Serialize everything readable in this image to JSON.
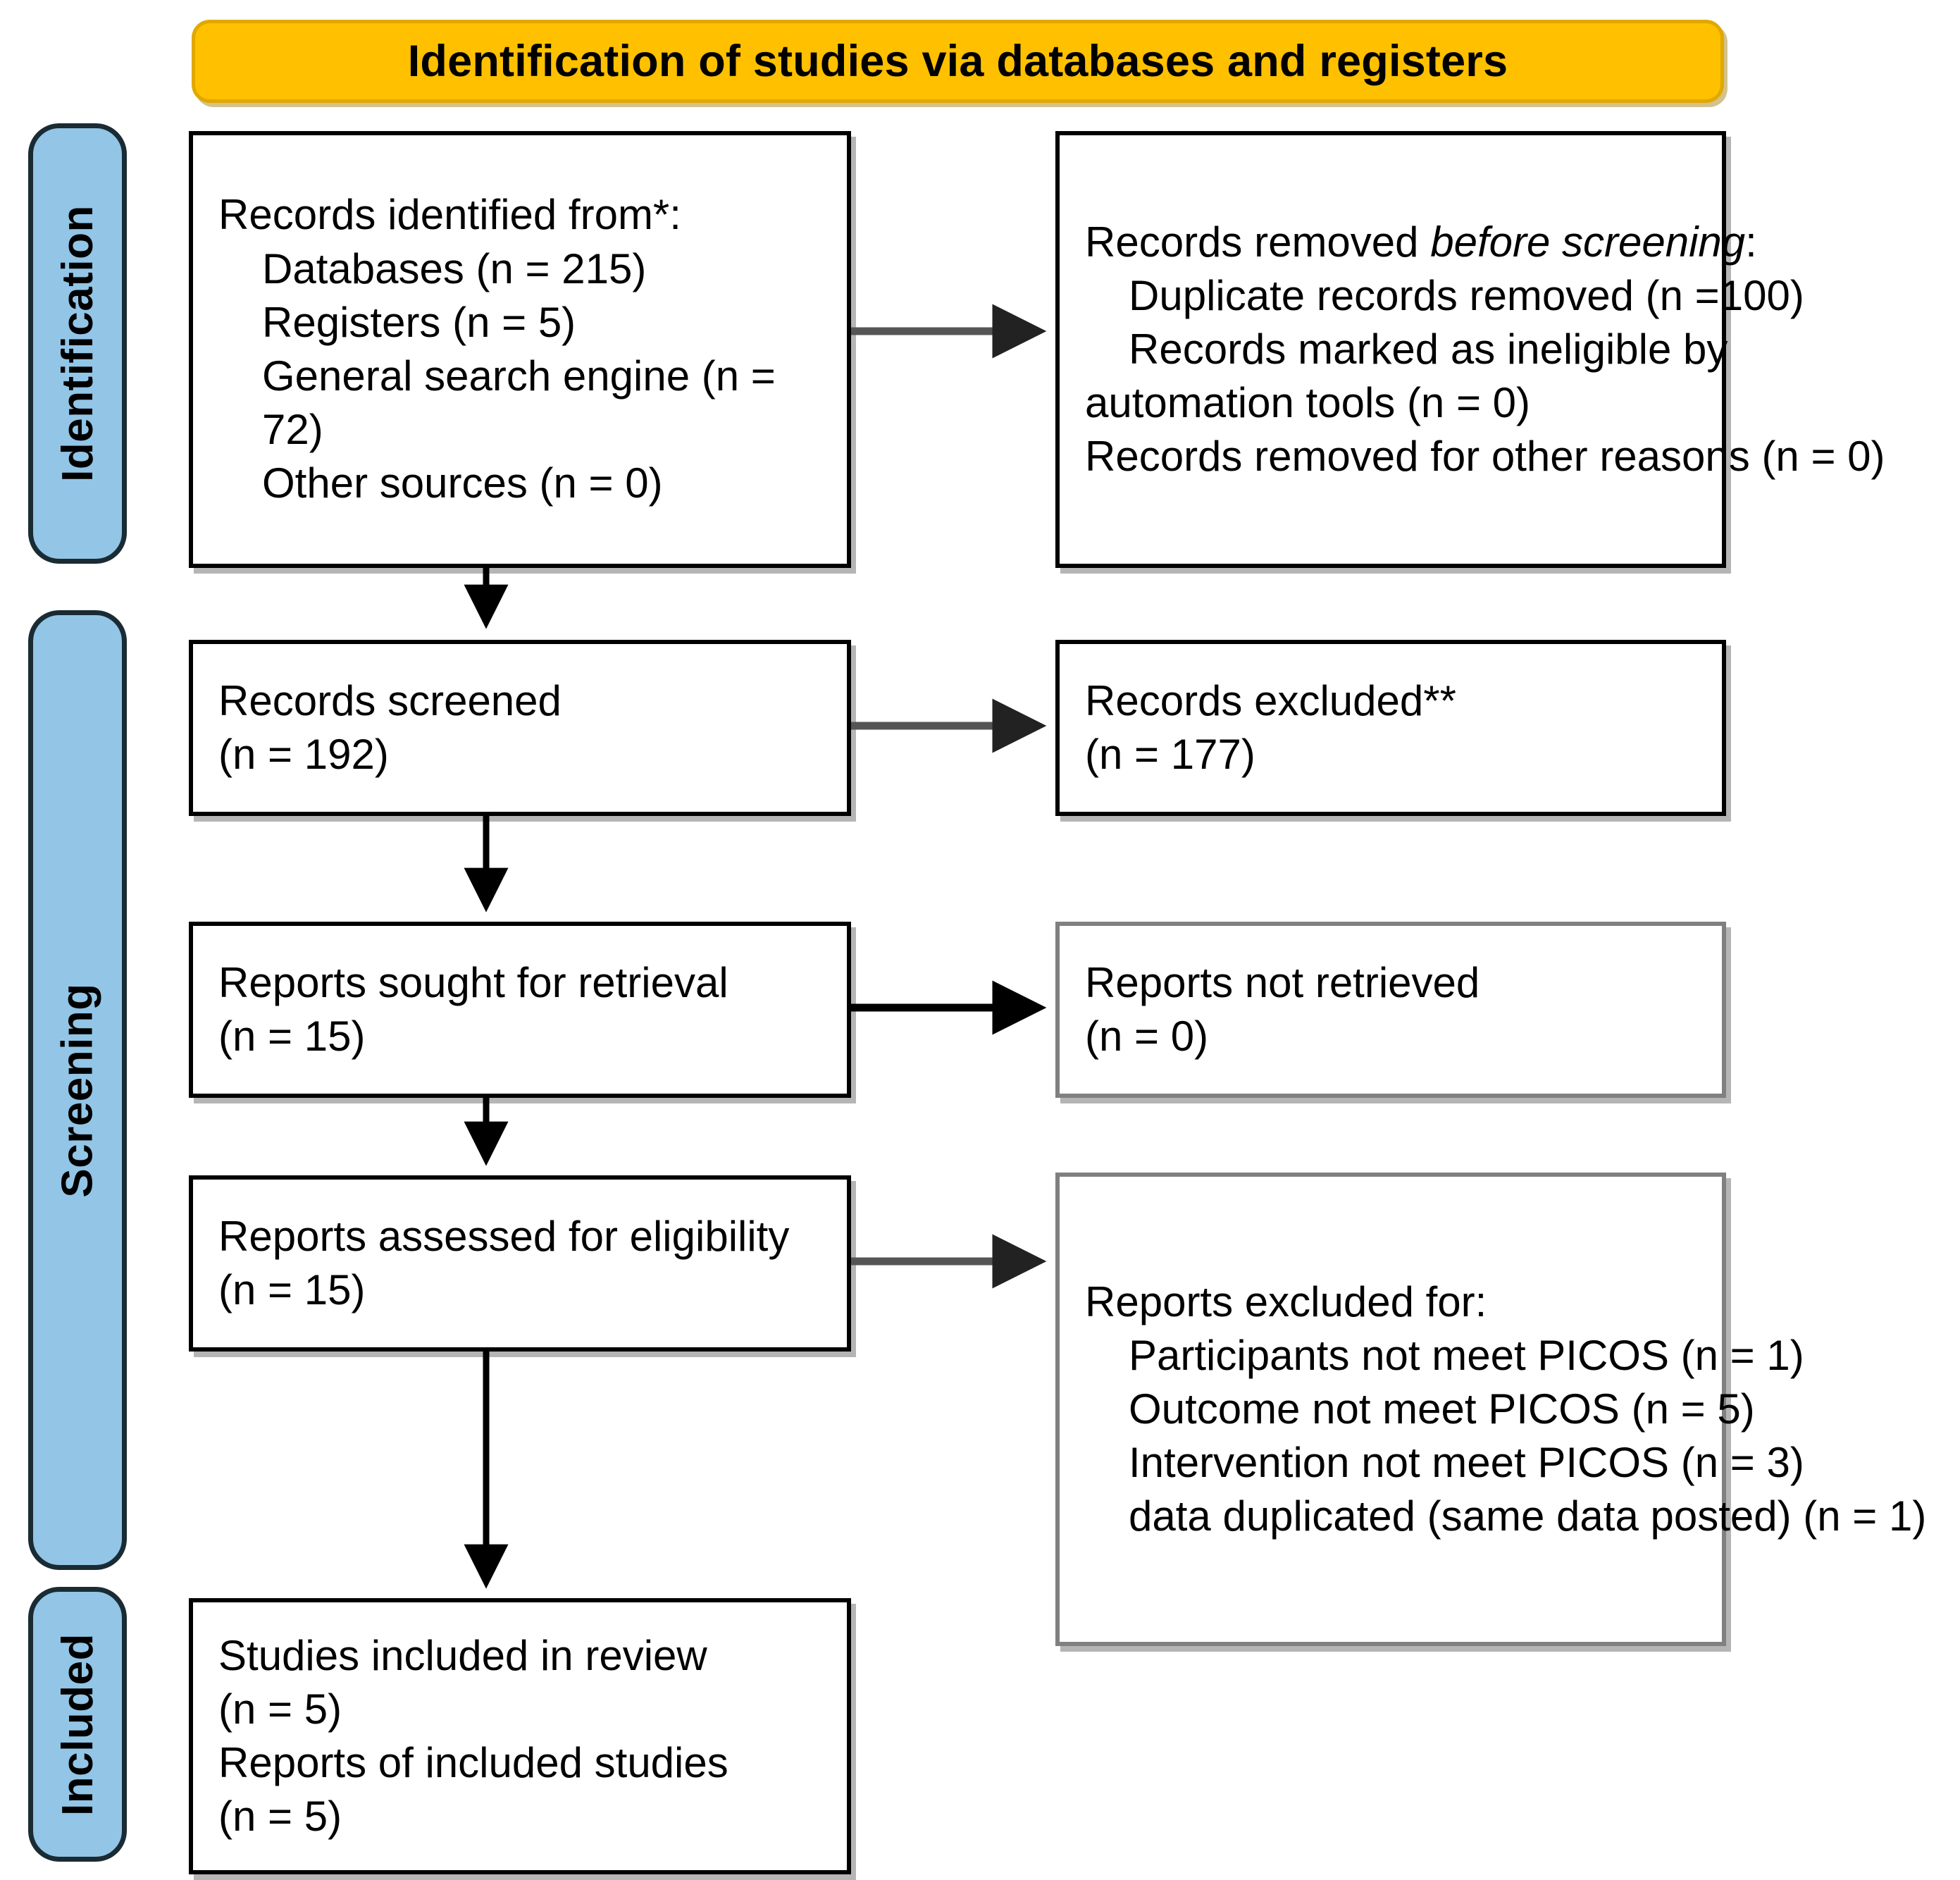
{
  "diagram": {
    "title": "PRISMA 2020 flow diagram",
    "colors": {
      "header_fill": "#FFC000",
      "phase_fill": "#92C5E6",
      "box_border": "#000000",
      "box_border_light": "#808080",
      "text": "#000000"
    }
  },
  "section_header": {
    "title": "Identification of studies via databases and registers"
  },
  "phases": [
    {
      "label": "Identification"
    },
    {
      "label": "Screening"
    },
    {
      "label": "Included"
    }
  ],
  "boxes": {
    "identified": {
      "lines": [
        {
          "text": "Records identified from*:",
          "indent": false,
          "italic": false
        },
        {
          "text": "Databases (n = 215)",
          "indent": true,
          "italic": false
        },
        {
          "text": "Registers (n = 5)",
          "indent": true,
          "italic": false
        },
        {
          "text": "General search engine (n =",
          "indent": true,
          "italic": false
        },
        {
          "text": "72)",
          "indent": true,
          "italic": false
        },
        {
          "text": "Other sources (n = 0)",
          "indent": true,
          "italic": false
        }
      ]
    },
    "removed_before_screening": {
      "lead_prefix": "Records removed ",
      "lead_italic": "before screening",
      "lead_suffix": ":",
      "lines": [
        {
          "text": "Duplicate records removed    (n =100)",
          "indent": true
        },
        {
          "text": "Records marked as ineligible by",
          "indent": true
        },
        {
          "text": "automation tools (n = 0)",
          "indent": false
        },
        {
          "text": "Records removed for other reasons (n = 0)",
          "indent": true
        }
      ]
    },
    "records_screened": {
      "lines": [
        {
          "text": "Records screened",
          "indent": false
        },
        {
          "text": "(n = 192)",
          "indent": false
        }
      ]
    },
    "records_excluded": {
      "lines": [
        {
          "text": "Records excluded**",
          "indent": false
        },
        {
          "text": "(n = 177)",
          "indent": false
        }
      ]
    },
    "reports_sought": {
      "lines": [
        {
          "text": "Reports sought for retrieval",
          "indent": false
        },
        {
          "text": "(n = 15)",
          "indent": false
        }
      ]
    },
    "reports_not_retrieved": {
      "lines": [
        {
          "text": "Reports not retrieved",
          "indent": false
        },
        {
          "text": "(n = 0)",
          "indent": false
        }
      ]
    },
    "reports_assessed": {
      "lines": [
        {
          "text": "Reports assessed for eligibility",
          "indent": false
        },
        {
          "text": "(n = 15)",
          "indent": false
        }
      ]
    },
    "reports_excluded_for": {
      "lines": [
        {
          "text": "Reports excluded for:",
          "indent": false
        },
        {
          "text": "Participants not meet PICOS (n = 1)",
          "indent": true
        },
        {
          "text": "Outcome not meet PICOS (n = 5)",
          "indent": true
        },
        {
          "text": "Intervention not meet PICOS (n = 3)",
          "indent": true
        },
        {
          "text": "data duplicated (same data posted) (n = 1)",
          "indent": true
        }
      ]
    },
    "studies_included": {
      "lines": [
        {
          "text": "Studies included in review",
          "indent": false
        },
        {
          "text": "(n = 5)",
          "indent": false
        },
        {
          "text": "Reports of included studies",
          "indent": false
        },
        {
          "text": "(n = 5)",
          "indent": false
        }
      ]
    }
  },
  "connectors": [
    {
      "name": "identified-to-removed",
      "direction": "right"
    },
    {
      "name": "identified-to-screened",
      "direction": "down"
    },
    {
      "name": "screened-to-excluded",
      "direction": "right"
    },
    {
      "name": "screened-to-sought",
      "direction": "down"
    },
    {
      "name": "sought-to-not-retrieved",
      "direction": "right"
    },
    {
      "name": "sought-to-assessed",
      "direction": "down"
    },
    {
      "name": "assessed-to-excluded-for",
      "direction": "right"
    },
    {
      "name": "assessed-to-included",
      "direction": "down"
    }
  ]
}
